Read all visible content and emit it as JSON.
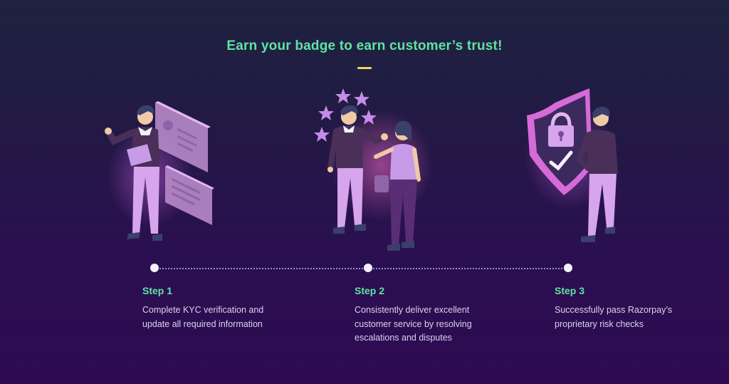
{
  "heading": "Earn your badge to earn customer’s trust!",
  "colors": {
    "accent_green": "#5fe3a1",
    "accent_yellow": "#f3d35a",
    "illustration_lilac": "#c79be8",
    "illustration_magenta": "#d66ad8"
  },
  "steps": [
    {
      "title": "Step 1",
      "description": "Complete KYC verification and update all required information",
      "illustration": "person-with-clipboard-and-profile-cards"
    },
    {
      "title": "Step 2",
      "description": "Consistently deliver excellent customer service by resolving escalations and disputes",
      "illustration": "two-people-talking-with-stars"
    },
    {
      "title": "Step 3",
      "description": "Successfully pass Razorpay’s proprietary risk checks",
      "illustration": "person-with-security-shield-and-padlock"
    }
  ]
}
